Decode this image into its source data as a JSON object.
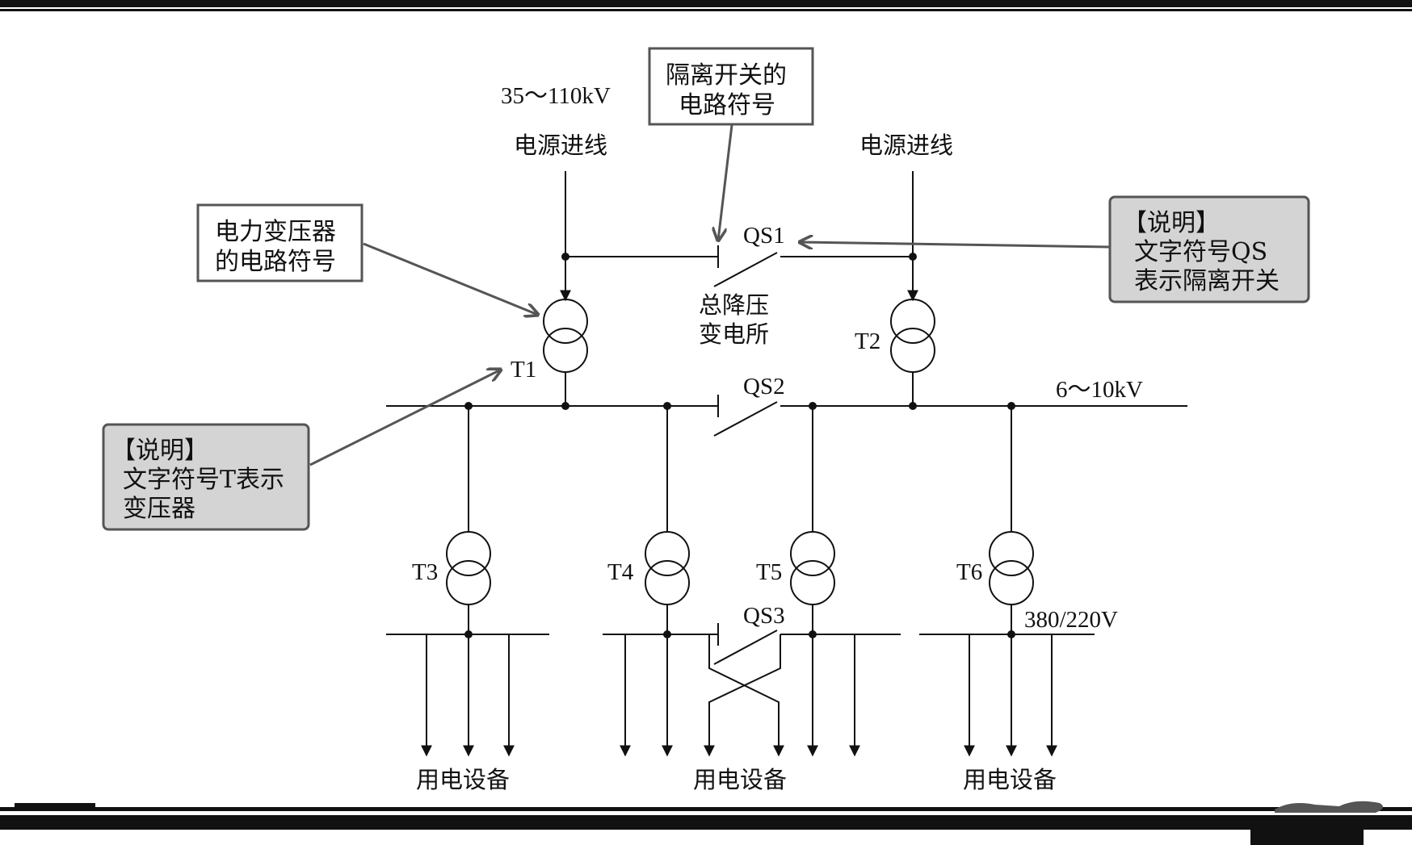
{
  "voltages": {
    "hv": "35～110kV",
    "mv": "6～10kV",
    "lv": "380/220V"
  },
  "feed": {
    "left": "电源进线",
    "right": "电源进线"
  },
  "switches": {
    "qs1": "QS1",
    "qs2": "QS2",
    "qs3": "QS3"
  },
  "transformers": {
    "t1": "T1",
    "t2": "T2",
    "t3": "T3",
    "t4": "T4",
    "t5": "T5",
    "t6": "T6"
  },
  "substation": {
    "line1": "总降压",
    "line2": "变电所"
  },
  "loads": {
    "left": "用电设备",
    "middle": "用电设备",
    "right": "用电设备"
  },
  "callouts": {
    "isolator_symbol": {
      "line1": "隔离开关的",
      "line2": "电路符号"
    },
    "transformer_symbol": {
      "line1": "电力变压器",
      "line2": "的电路符号"
    },
    "note_qs": {
      "line1": "【说明】",
      "line2": "文字符号QS",
      "line3": "表示隔离开关"
    },
    "note_t": {
      "line1": "【说明】",
      "line2": "文字符号T表示",
      "line3": "变压器"
    }
  },
  "colors": {
    "line": "#111111",
    "note_fill": "#d4d4d4",
    "box_stroke": "#555555",
    "arrow": "#555555"
  }
}
